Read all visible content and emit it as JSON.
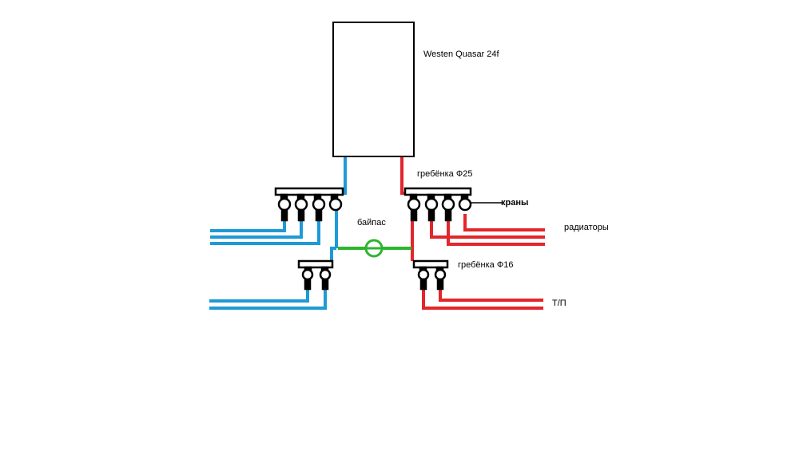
{
  "labels": {
    "boiler": "Westen Quasar 24f",
    "manifold_25": "гребёнка Ф25",
    "valves": "краны",
    "bypass": "байпас",
    "radiators": "радиаторы",
    "manifold_16": "гребёнка Ф16",
    "floor_heating": "Т/П"
  },
  "colors": {
    "return_pipe": "#1e9ad6",
    "supply_pipe": "#e3262b",
    "bypass_pipe": "#2db52d",
    "outline": "#000000"
  },
  "icons": {
    "boiler": "boiler-rectangle",
    "valve": "valve-circle",
    "bypass_valve": "circle-valve-icon"
  }
}
